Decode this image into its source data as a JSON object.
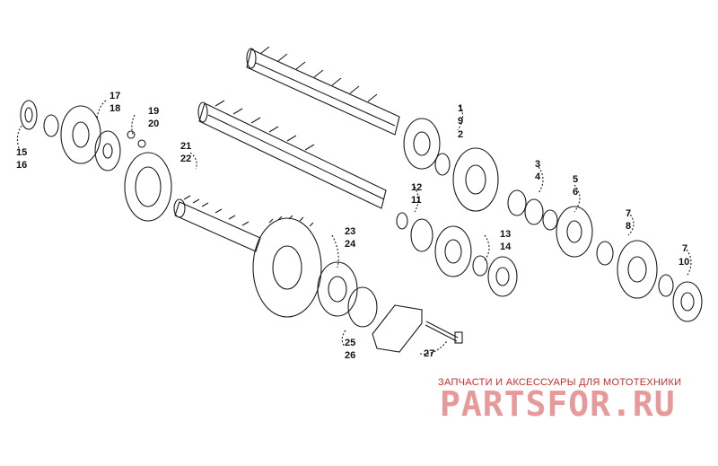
{
  "labels": [
    "1",
    "9",
    "2",
    "3",
    "4",
    "5",
    "6",
    "7",
    "8",
    "7",
    "10",
    "12",
    "11",
    "13",
    "14",
    "15",
    "16",
    "17",
    "18",
    "19",
    "20",
    "21",
    "22",
    "23",
    "24",
    "25",
    "26",
    "27"
  ],
  "watermark": {
    "line1": "ЗАПЧАСТИ И АКСЕССУАРЫ ДЛЯ МОТОТЕХНИКИ",
    "logo": "PARTSFOR.RU"
  },
  "colors": {
    "stroke": "#1a1a1a",
    "watermark_red": "#cc2b2b",
    "watermark_logo": "#e89a9a"
  }
}
